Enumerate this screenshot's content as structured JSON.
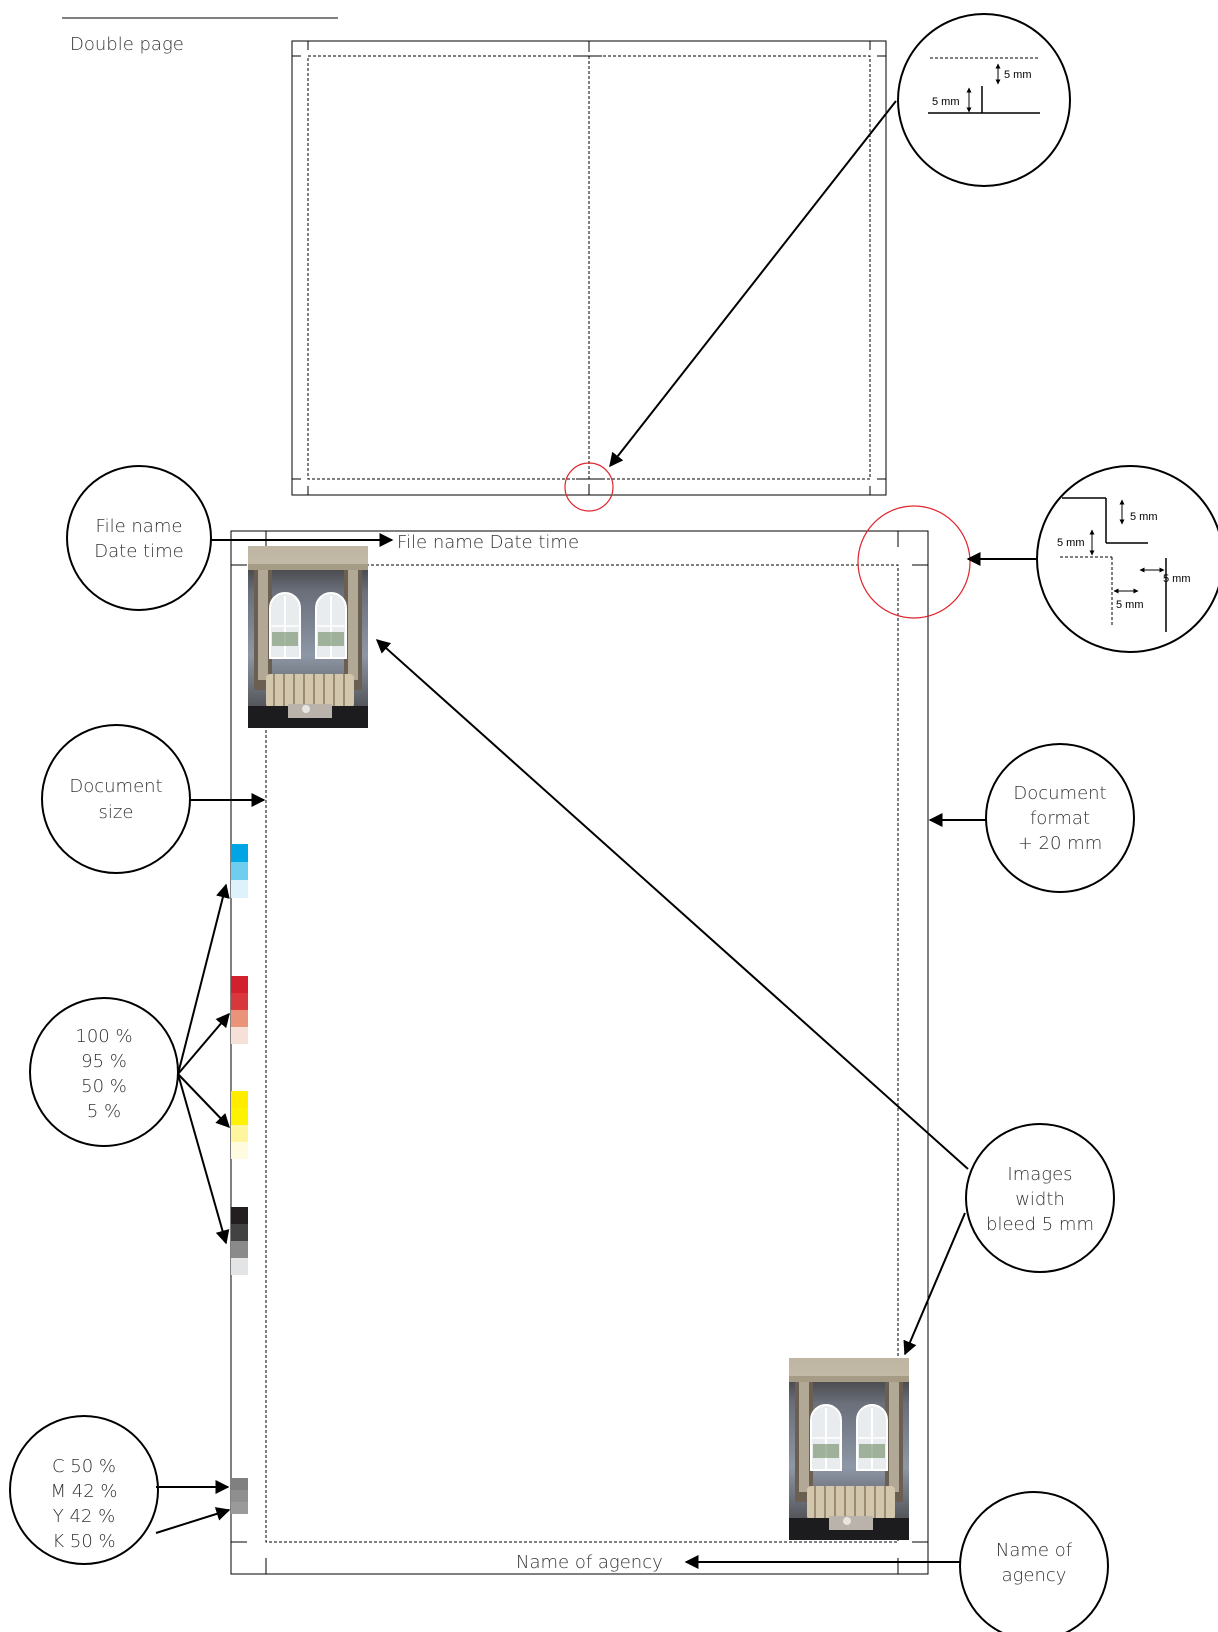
{
  "double_page": {
    "title": "Double page",
    "detail_label_a": "5 mm",
    "detail_label_b": "5 mm"
  },
  "single_page": {
    "header_text": "File name Date time",
    "footer_text": "Name of agency",
    "corner_detail": {
      "label_top": "5 mm",
      "label_left": "5 mm",
      "label_right": "5 mm",
      "label_bottom": "5 mm"
    }
  },
  "callouts": {
    "file_name": [
      "File name",
      "Date time"
    ],
    "document_size": [
      "Document",
      "size"
    ],
    "document_format": [
      "Document",
      "format",
      "+ 20 mm"
    ],
    "percentages": [
      "100 %",
      "95 %",
      "50 %",
      "5 %"
    ],
    "images": [
      "Images",
      "width",
      "bleed 5 mm"
    ],
    "cmyk": [
      "C 50 %",
      "M 42 %",
      "Y 42 %",
      "K 50 %"
    ],
    "agency": [
      "Name of",
      "agency"
    ]
  },
  "color_bars": {
    "cyan": [
      "#00a5e3",
      "#6fcdf0",
      "#def2fb"
    ],
    "magenta": [
      "#d2202f",
      "#d8383c",
      "#e9937b",
      "#f6e0d8"
    ],
    "yellow": [
      "#ffec00",
      "#fff200",
      "#fff59e",
      "#fffbe0"
    ],
    "black": [
      "#231f20",
      "#424242",
      "#8a8a8a",
      "#e3e4e6"
    ],
    "gray": [
      "#808080",
      "#8f8f8f",
      "#9a9a9a"
    ]
  },
  "colors": {
    "highlight": "#e0242b"
  }
}
